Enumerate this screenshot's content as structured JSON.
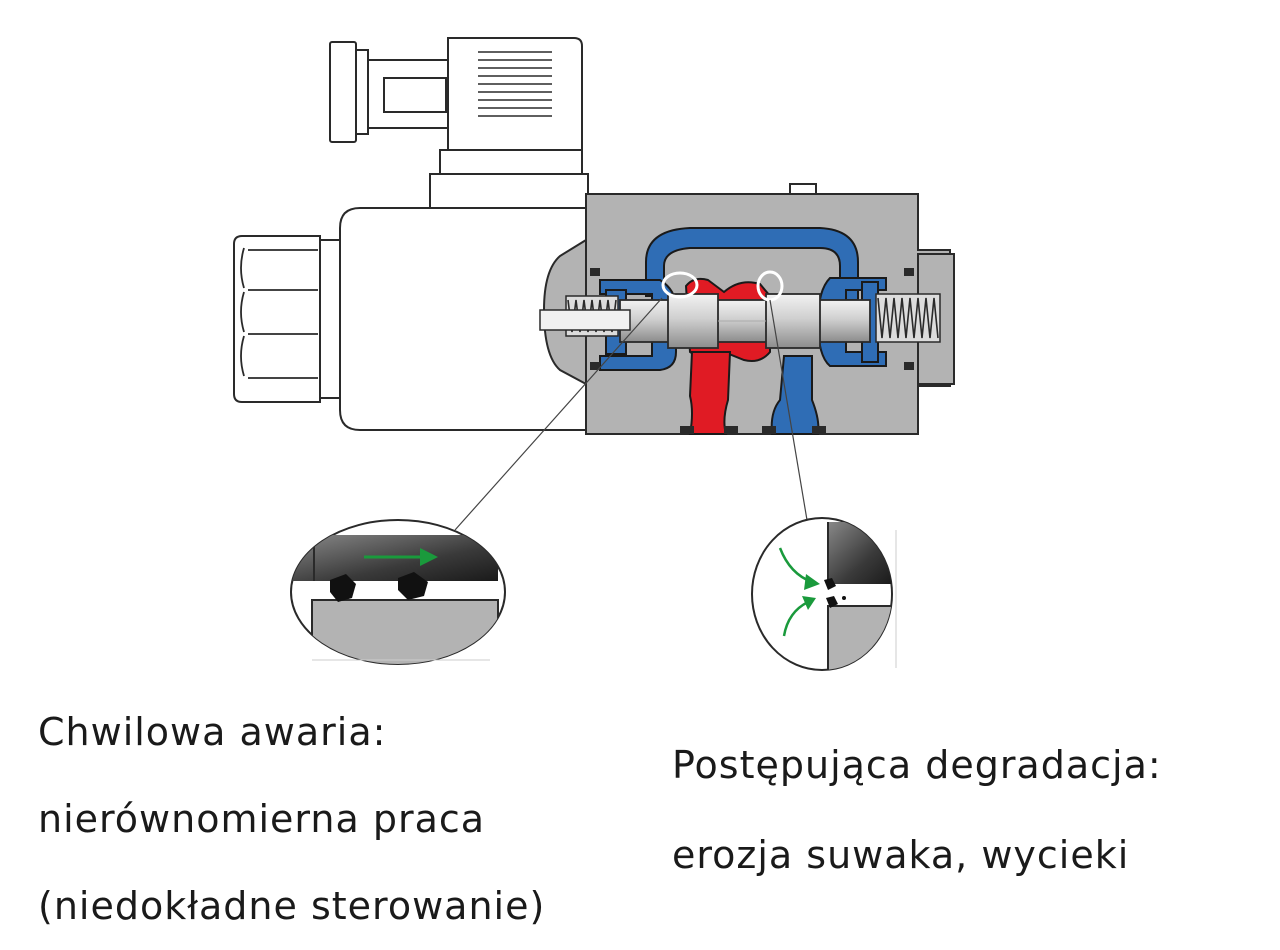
{
  "captions": {
    "left": {
      "lines": [
        "Chwilowa awaria:",
        "nierównomierna praca",
        "(niedokładne sterowanie)"
      ]
    },
    "right": {
      "lines": [
        "Postępująca degradacja:",
        "erozja suwaka, wycieki"
      ]
    }
  },
  "colors": {
    "housing": "#b3b3b3",
    "housing_dark": "#9a9a9a",
    "outline": "#2a2a2a",
    "pressure": "#e01b24",
    "tank": "#2f6db5",
    "spool": "#d9d9d9",
    "flow_arrow": "#1a9a3c",
    "contaminant": "#111111"
  },
  "icons": {
    "connector": "solenoid-connector-icon",
    "knob": "manual-override-knob-icon",
    "spring": "return-spring-icon",
    "particle": "contaminant-particle-icon",
    "arrow": "flow-arrow-icon"
  }
}
